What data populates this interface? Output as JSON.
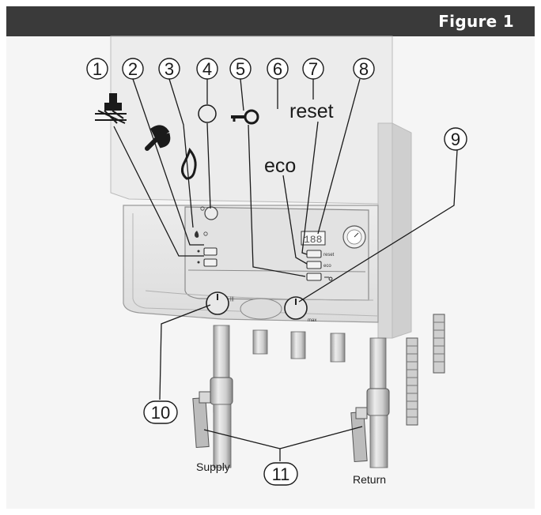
{
  "figure_title": "Figure 1",
  "callouts": [
    "1",
    "2",
    "3",
    "4",
    "5",
    "6",
    "7",
    "8",
    "9",
    "10",
    "11"
  ],
  "labels": {
    "reset": "reset",
    "eco": "eco",
    "supply": "Supply",
    "return": "Return"
  },
  "panel_labels": {
    "button_reset": "reset",
    "button_eco": "eco",
    "dial_max": "max",
    "display": "188"
  },
  "colors": {
    "header_bg": "#3a3a3a",
    "frame_bg": "#f5f5f5",
    "boiler_body": "#e6e6e6",
    "line": "#1a1a1a"
  }
}
